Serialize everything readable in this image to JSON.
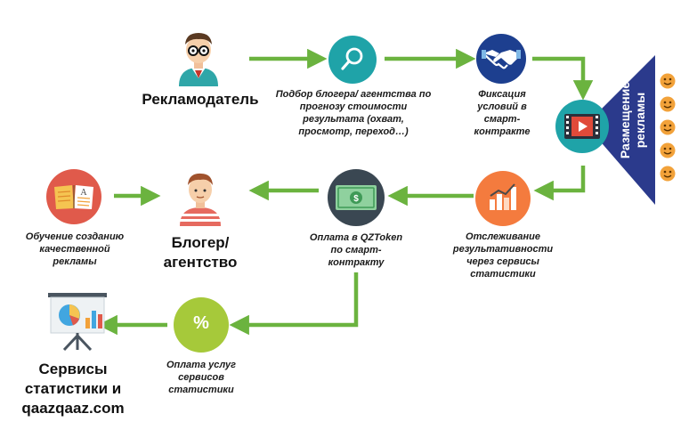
{
  "advertiser": {
    "label": "Рекламодатель"
  },
  "blogger_search": {
    "label": "Подбор блогера/ агентства по\nпрогнозу стоимости\nрезультата (охват,\nпросмотр, переход…)"
  },
  "contract_fixation": {
    "label": "Фиксация\nусловий в\nсмарт-\nконтракте"
  },
  "ad_placement": {
    "label": "Размещение\nрекламы"
  },
  "tracking": {
    "label": "Отслеживание\nрезультативности\nчерез сервисы\nстатистики"
  },
  "payment_token": {
    "label": "Оплата в QZToken\nпо смарт-\nконтракту"
  },
  "blogger": {
    "label": "Блогер/\nагентство"
  },
  "training": {
    "label": "Обучение созданию\nкачественной\nрекламы"
  },
  "stats_payment": {
    "label": "Оплата услуг\nсервисов\nстатистики",
    "icon_text": "%"
  },
  "stats_services": {
    "label": "Сервисы\nстатистики и\nqaazqaaz.com"
  },
  "colors": {
    "arrow": "#6bb33f",
    "teal": "#1fa3a8",
    "navy": "#1d3f8f",
    "funnel": "#2b3a8c",
    "orange": "#f47b3e",
    "red": "#e05a4b",
    "lime": "#a6c93a",
    "smiley": "#f2a23a"
  }
}
